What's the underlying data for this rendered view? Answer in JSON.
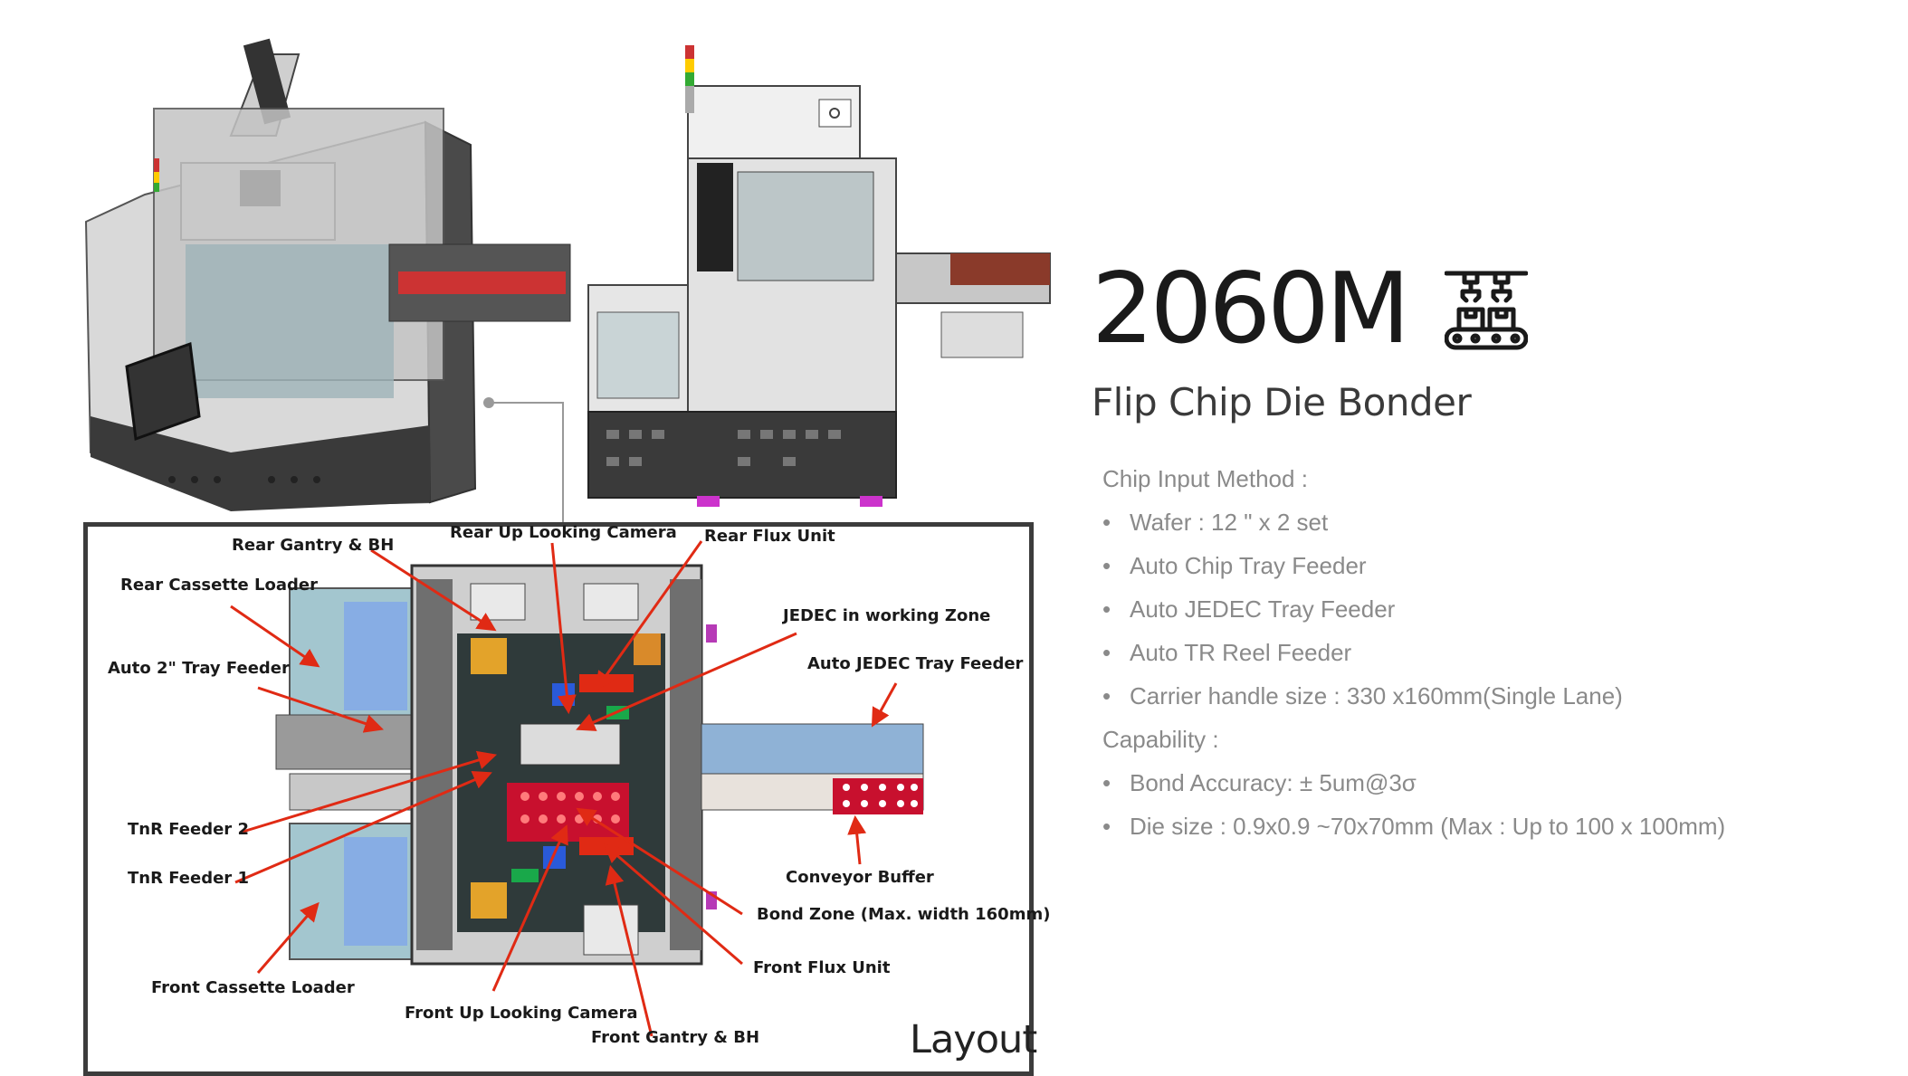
{
  "header": {
    "model": "2060M",
    "product_type": "Flip Chip Die Bonder",
    "icon": "robot-arm-factory-icon"
  },
  "specs": {
    "chip_input_heading": "Chip Input Method :",
    "chip_input_items": [
      "Wafer : 12 \" x 2 set",
      "Auto Chip Tray Feeder",
      "Auto JEDEC Tray Feeder",
      "Auto TR Reel Feeder",
      "Carrier handle size : 330 x160mm(Single Lane)"
    ],
    "capability_heading": "Capability :",
    "capability_items": [
      "Bond Accuracy: ± 5um@3σ",
      "Die size : 0.9x0.9 ~70x70mm (Max : Up to 100 x 100mm)"
    ]
  },
  "layout_diagram": {
    "label": "Layout",
    "callouts": [
      "Rear Gantry & BH",
      "Rear Up Looking Camera",
      "Rear Flux Unit",
      "Rear Cassette Loader",
      "JEDEC in working Zone",
      "Auto 2\" Tray Feeder",
      "Auto JEDEC Tray Feeder",
      "TnR Feeder 2",
      "TnR Feeder 1",
      "Conveyor Buffer",
      "Bond Zone (Max. width 160mm)",
      "Front Flux Unit",
      "Front Cassette Loader",
      "Front Up Looking Camera",
      "Front Gantry & BH"
    ]
  },
  "colors": {
    "title": "#1a1a1a",
    "subtitle": "#3a3a3a",
    "spec_text": "#8a8a8a",
    "arrow": "#e02a14",
    "frame": "#3c3c3c"
  }
}
